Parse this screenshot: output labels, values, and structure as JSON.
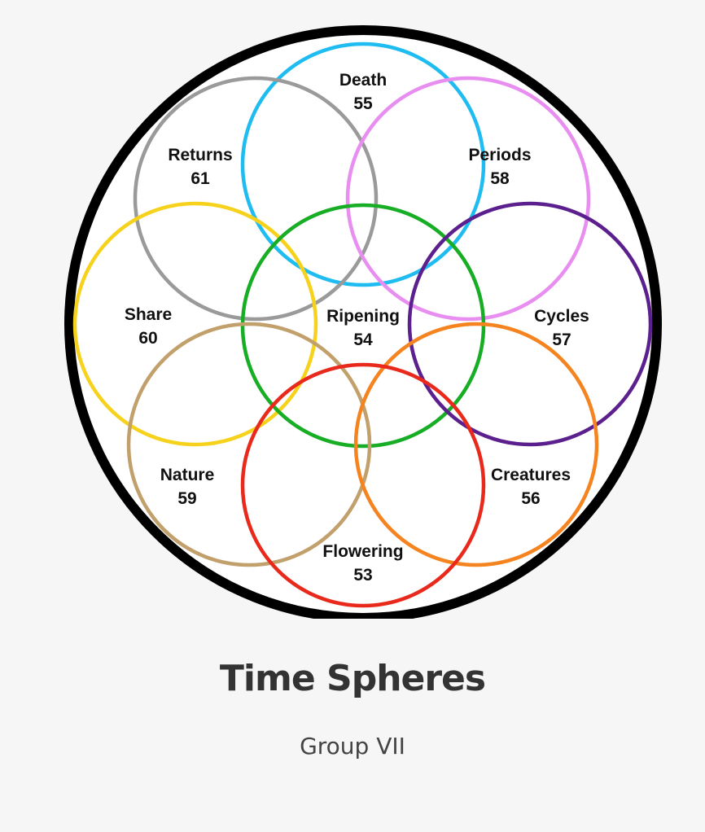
{
  "title": "Time Spheres",
  "subtitle": "Group VII",
  "outer_circle_color": "#000000",
  "spheres": [
    {
      "key": "death",
      "name": "Death",
      "number": "55",
      "color": "#1ebcf0"
    },
    {
      "key": "returns",
      "name": "Returns",
      "number": "61",
      "color": "#9a9a9a"
    },
    {
      "key": "periods",
      "name": "Periods",
      "number": "58",
      "color": "#e88ef0"
    },
    {
      "key": "share",
      "name": "Share",
      "number": "60",
      "color": "#f7d21c"
    },
    {
      "key": "ripening",
      "name": "Ripening",
      "number": "54",
      "color": "#17ad24"
    },
    {
      "key": "cycles",
      "name": "Cycles",
      "number": "57",
      "color": "#5b1f8e"
    },
    {
      "key": "nature",
      "name": "Nature",
      "number": "59",
      "color": "#c2a06c"
    },
    {
      "key": "creatures",
      "name": "Creatures",
      "number": "56",
      "color": "#f58420"
    },
    {
      "key": "flowering",
      "name": "Flowering",
      "number": "53",
      "color": "#e8291c"
    }
  ]
}
